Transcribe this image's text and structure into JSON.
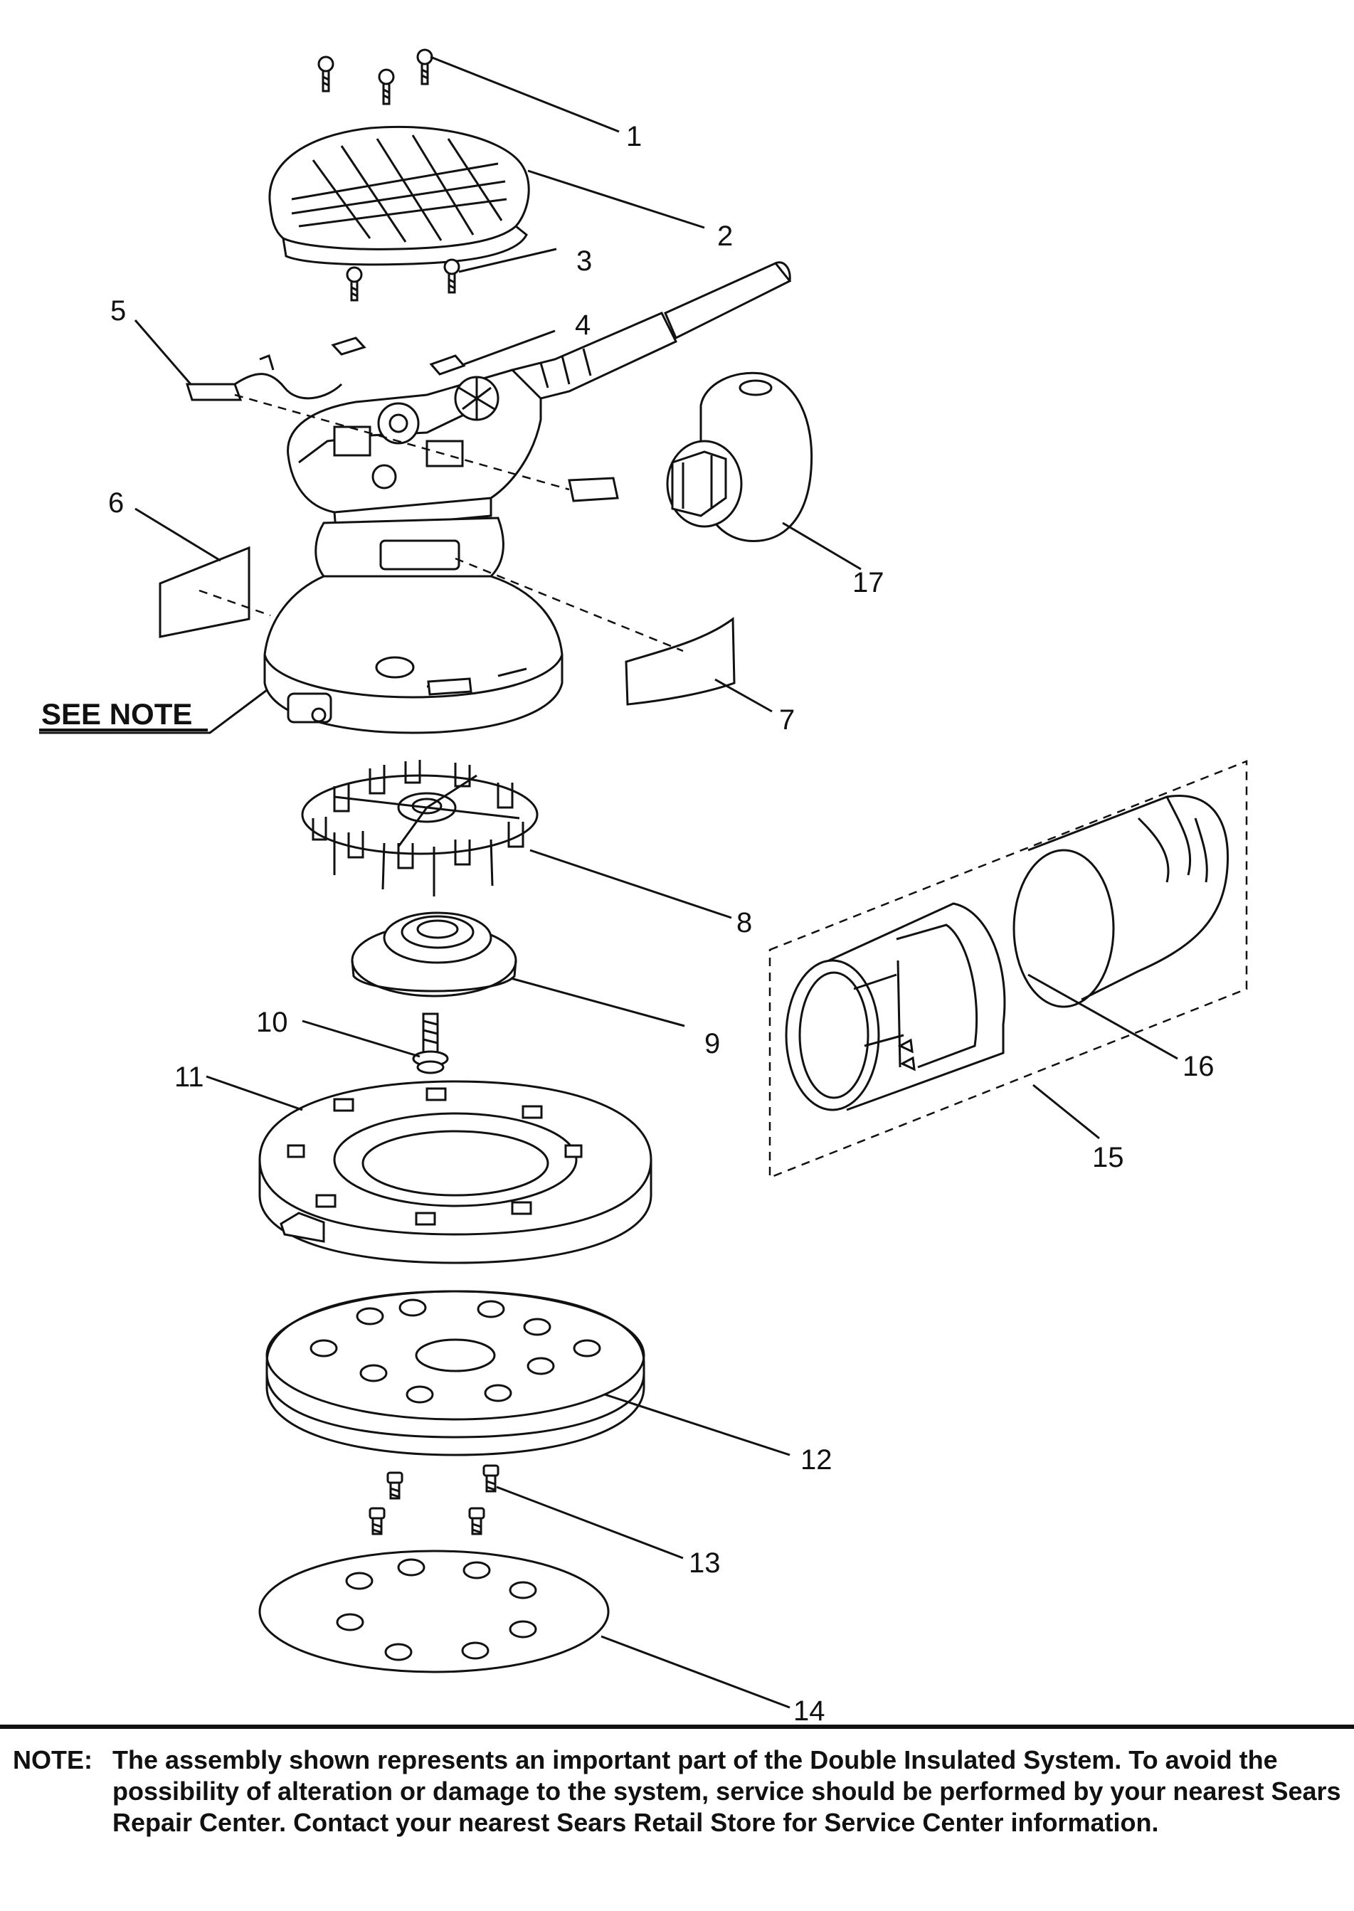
{
  "diagram": {
    "callouts": [
      {
        "number": "1",
        "part": "screw"
      },
      {
        "number": "2",
        "part": "top cover"
      },
      {
        "number": "3",
        "part": "screw"
      },
      {
        "number": "4",
        "part": "clamp"
      },
      {
        "number": "5",
        "part": "brush"
      },
      {
        "number": "6",
        "part": "label"
      },
      {
        "number": "7",
        "part": "label"
      },
      {
        "number": "8",
        "part": "fan"
      },
      {
        "number": "9",
        "part": "bearing housing"
      },
      {
        "number": "10",
        "part": "screw"
      },
      {
        "number": "11",
        "part": "pad base"
      },
      {
        "number": "12",
        "part": "sanding pad"
      },
      {
        "number": "13",
        "part": "screw"
      },
      {
        "number": "14",
        "part": "sanding disc"
      },
      {
        "number": "15",
        "part": "dust bag assembly"
      },
      {
        "number": "16",
        "part": "bag"
      },
      {
        "number": "17",
        "part": "dust adapter"
      }
    ],
    "see_note_label": "SEE NOTE"
  },
  "note": {
    "label": "NOTE:",
    "text": "The assembly shown represents an important part of the Double Insulated System. To avoid the possibility of alteration or damage to the system, service should be performed by your nearest Sears Repair Center. Contact your nearest Sears Retail Store for Service Center information."
  },
  "colors": {
    "ink": "#111111",
    "paper": "#ffffff"
  }
}
